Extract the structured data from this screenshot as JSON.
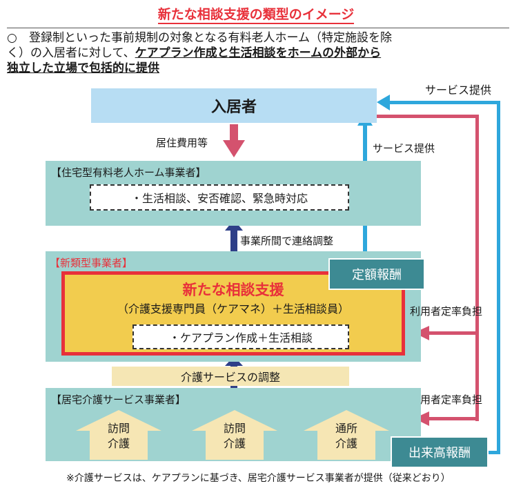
{
  "title": "新たな相談支援の類型のイメージ",
  "intro": {
    "bullet": "○",
    "line1": "登録制といった事前規制の対象となる有料老人ホーム（特定施設を除",
    "line2_plain": "く）の入居者に対して、",
    "line2_bold": "ケアプラン作成と生活相談をホームの外部から",
    "line3_bold": "独立した立場で包括的に提供"
  },
  "resident": "入居者",
  "cost_label": "居住費用等",
  "service_provide_inner": "サービス提供",
  "service_provide_outer": "サービス提供",
  "home_operator": {
    "header": "【住宅型有料老人ホーム事業者】",
    "services": "・生活相談、安否確認、緊急時対応"
  },
  "liaison_label": "事業所間で連絡調整",
  "new_operator": {
    "header": "【新類型事業者】",
    "title": "新たな相談支援",
    "subtitle": "（介護支援専門員（ケアマネ）＋生活相談員）",
    "services": "・ケアプラン作成＋生活相談"
  },
  "fixed_fee": "定額報酬",
  "copay_top": "利用者定率負担",
  "copay_bottom": "利用者定率負担",
  "care_adjust": "介護サービスの調整",
  "home_care_operator": {
    "header": "【居宅介護サービス事業者】",
    "houses": [
      {
        "line1": "訪問",
        "line2": "介護"
      },
      {
        "line1": "訪問",
        "line2": "介護"
      },
      {
        "line1": "通所",
        "line2": "介護"
      }
    ]
  },
  "actual_fee": "出来高報酬",
  "note": "※介護サービスは、ケアプランに基づき、居宅介護サービス事業者が提供（従来どおり）",
  "colors": {
    "red": "#e8303a",
    "pink_arrow": "#d4526e",
    "blue_arrow": "#2ea7dc",
    "navy_arrow": "#2e3f88",
    "teal": "#9fd3d0",
    "yellow": "#f2cc4e",
    "badge": "#3d8a93"
  }
}
